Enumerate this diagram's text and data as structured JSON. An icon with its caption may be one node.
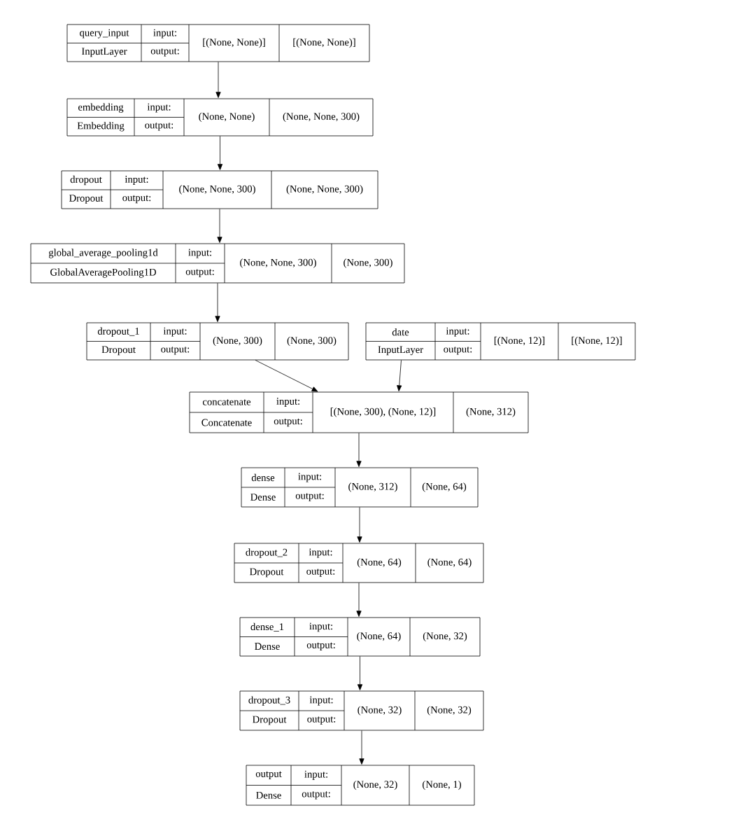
{
  "diagram": {
    "nodes": [
      {
        "text": [
          "query_input",
          "InputLayer",
          "input:",
          "output:",
          "[(None, None)]",
          "[(None, None)]"
        ]
      },
      {
        "text": [
          "embedding",
          "Embedding",
          "input:",
          "output:",
          "(None, None)",
          "(None, None, 300)"
        ]
      },
      {
        "text": [
          "dropout",
          "Dropout",
          "input:",
          "output:",
          "(None, None, 300)",
          "(None, None, 300)"
        ]
      },
      {
        "text": [
          "global_average_pooling1d",
          "GlobalAveragePooling1D",
          "input:",
          "output:",
          "(None, None, 300)",
          "(None, 300)"
        ]
      },
      {
        "text": [
          "dropout_1",
          "Dropout",
          "input:",
          "output:",
          "(None, 300)",
          "(None, 300)"
        ]
      },
      {
        "text": [
          "date",
          "InputLayer",
          "input:",
          "output:",
          "[(None, 12)]",
          "[(None, 12)]"
        ]
      },
      {
        "text": [
          "concatenate",
          "Concatenate",
          "input:",
          "output:",
          "[(None, 300), (None, 12)]",
          "(None, 312)"
        ]
      },
      {
        "text": [
          "dense",
          "Dense",
          "input:",
          "output:",
          "(None, 312)",
          "(None, 64)"
        ]
      },
      {
        "text": [
          "dropout_2",
          "Dropout",
          "input:",
          "output:",
          "(None, 64)",
          "(None, 64)"
        ]
      },
      {
        "text": [
          "dense_1",
          "Dense",
          "input:",
          "output:",
          "(None, 64)",
          "(None, 32)"
        ]
      },
      {
        "text": [
          "dropout_3",
          "Dropout",
          "input:",
          "output:",
          "(None, 32)",
          "(None, 32)"
        ]
      },
      {
        "text": [
          "output",
          "Dense",
          "input:",
          "output:",
          "(None, 32)",
          "(None, 1)"
        ]
      }
    ],
    "edges": [
      {
        "from": 0,
        "to": 1,
        "arrow": "to"
      },
      {
        "from": 1,
        "to": 2,
        "arrow": "to"
      },
      {
        "from": 2,
        "to": 3,
        "arrow": "to"
      },
      {
        "from": 3,
        "to": 4,
        "arrow": "to"
      },
      {
        "from": 4,
        "to": 6,
        "arrow": "to"
      },
      {
        "from": 5,
        "to": 6,
        "arrow": "to"
      },
      {
        "from": 6,
        "to": 7,
        "arrow": "to"
      },
      {
        "from": 7,
        "to": 8,
        "arrow": "to"
      },
      {
        "from": 8,
        "to": 9,
        "arrow": "to"
      },
      {
        "from": 9,
        "to": 10,
        "arrow": "to"
      },
      {
        "from": 10,
        "to": 11,
        "arrow": "to"
      }
    ]
  }
}
